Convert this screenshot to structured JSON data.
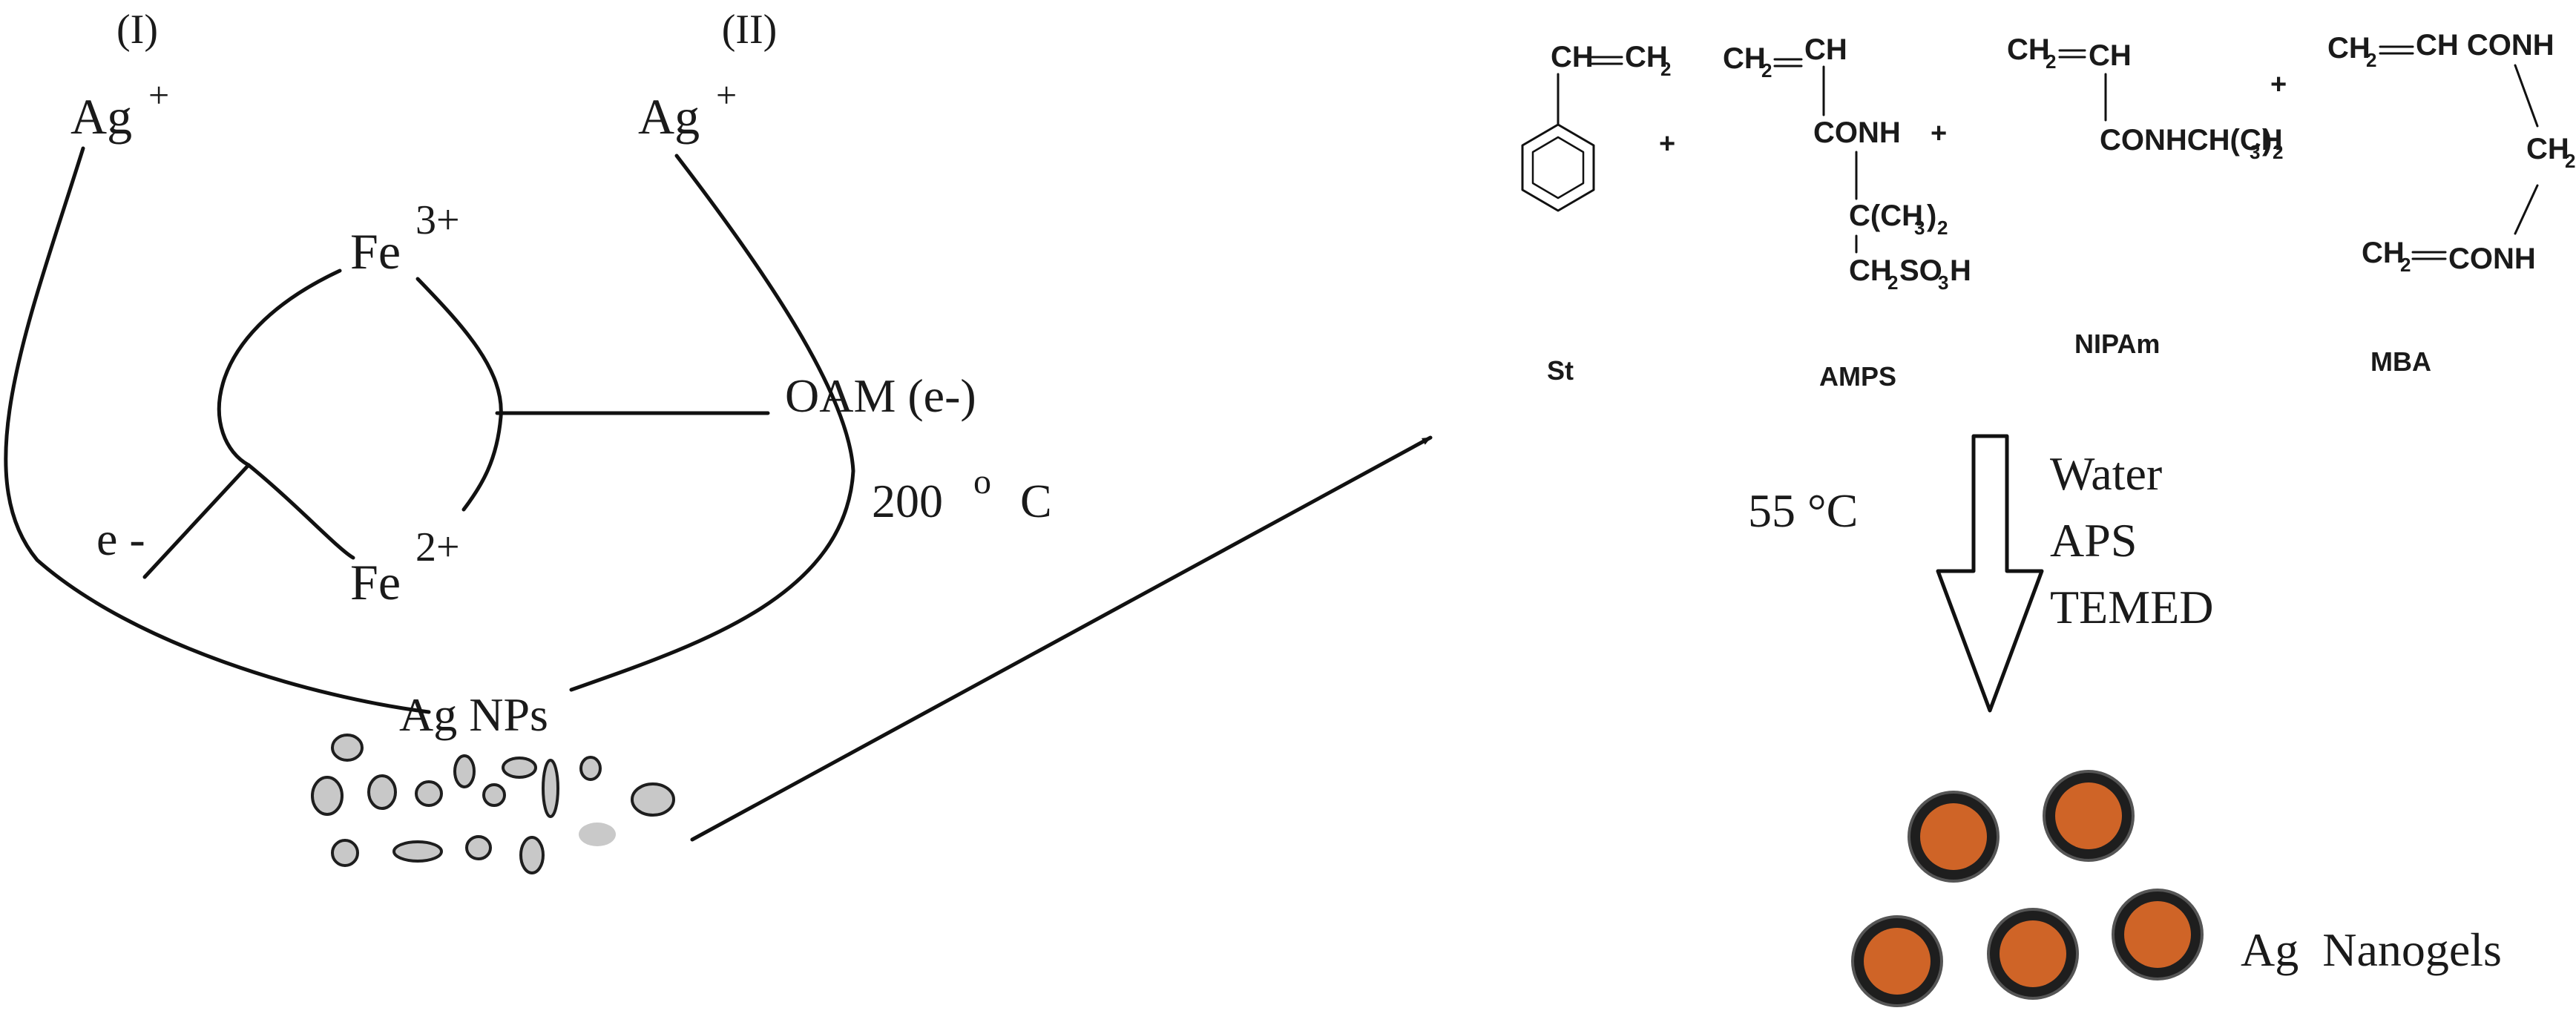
{
  "left_scheme": {
    "route_1_label": "(I)",
    "route_2_label": "(II)",
    "ag_ion_1": {
      "symbol": "Ag",
      "charge": "+"
    },
    "ag_ion_2": {
      "symbol": "Ag",
      "charge": "+"
    },
    "fe3": {
      "symbol": "Fe",
      "charge": "3+"
    },
    "fe2": {
      "symbol": "Fe",
      "charge": "2+"
    },
    "electron": "e -",
    "oam": "OAM (e-)",
    "temperature": {
      "value": "200",
      "degree": "o",
      "unit": "C"
    },
    "product": "Ag NPs"
  },
  "monomers": {
    "st": {
      "name": "St",
      "vinyl_ch": "CH",
      "vinyl_ch2": "CH",
      "vinyl_ch2_sub": "2"
    },
    "amps": {
      "name": "AMPS",
      "top_ch2": "CH",
      "top_ch2_sub": "2",
      "top_ch": "CH",
      "conh": "CONH",
      "c_group": "C(CH",
      "c_group_sub": "3",
      "c_group_close": ")",
      "c_group_sub2": "2",
      "ch2so3h_a": "CH",
      "ch2so3h_sub1": "2",
      "ch2so3h_b": "SO",
      "ch2so3h_sub2": "3",
      "ch2so3h_c": "H"
    },
    "nipam": {
      "name": "NIPAm",
      "top_ch2": "CH",
      "top_ch2_sub": "2",
      "top_ch": "CH",
      "amide": "CONHCH(CH",
      "amide_sub": "3",
      "amide_close": ")",
      "amide_sub2": "2"
    },
    "mba": {
      "name": "MBA",
      "top_ch2": "CH",
      "top_ch2_sub": "2",
      "top_rest": "CH CONH",
      "middle": "CH",
      "middle_sub": "2",
      "bottom_ch2": "CH",
      "bottom_ch2_sub": "2",
      "bottom_rest": "CONH"
    },
    "plus_signs": [
      "+",
      "+",
      "+"
    ]
  },
  "reaction_conditions": {
    "temperature": "55 °C",
    "reagents": [
      "Water",
      "APS",
      "TEMED"
    ]
  },
  "result": {
    "label": "Ag  Nanogels",
    "shell_color": "#1e1e1e",
    "core_color": "#cf6427"
  },
  "particle_colors": {
    "fill": "#c8c8c8",
    "light_fill": "#c9c9c9",
    "outline": "#1e1e1e"
  }
}
